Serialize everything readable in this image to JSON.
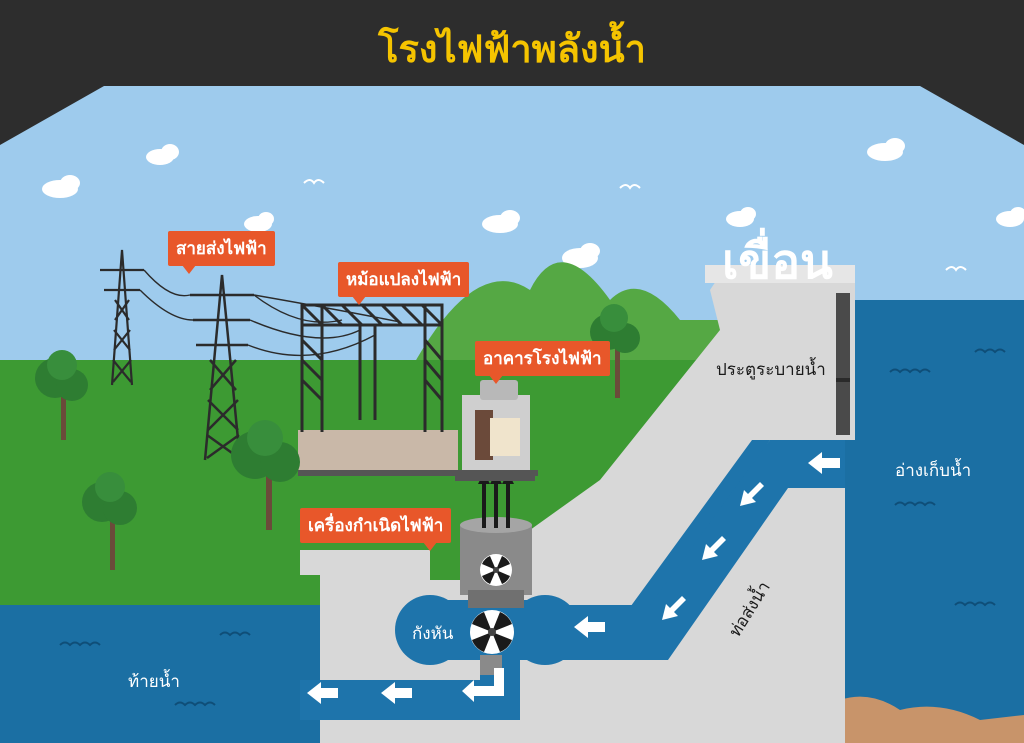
{
  "title": "โรงไฟฟ้าพลังน้ำ",
  "labels": {
    "dam": "เขื่อน",
    "spillway_gate": "ประตูระบายน้ำ",
    "reservoir": "อ่างเก็บน้ำ",
    "penstock": "ท่อส่งน้ำ",
    "turbine": "กังหัน",
    "tailwater": "ท้ายน้ำ",
    "transmission_lines": "สายส่งไฟฟ้า",
    "transformer": "หม้อแปลงไฟฟ้า",
    "powerhouse": "อาคารโรงไฟฟ้า",
    "generator": "เครื่องกำเนิดไฟฟ้า"
  },
  "colors": {
    "title_bar": "#2d2d2d",
    "title_text": "#f5c400",
    "sky": "#9ecbed",
    "grass": "#3d9a33",
    "hills": "#55a844",
    "water": "#1b6fa3",
    "water_pipe": "#1e74ab",
    "concrete": "#d8d8d8",
    "label_bg": "#e8572a",
    "tower": "#2b2b2b",
    "sand": "#c8946a"
  },
  "icons": [
    "bird-icon",
    "cloud-icon",
    "tree-icon",
    "arrow-icon",
    "fan-icon",
    "wave-icon"
  ]
}
